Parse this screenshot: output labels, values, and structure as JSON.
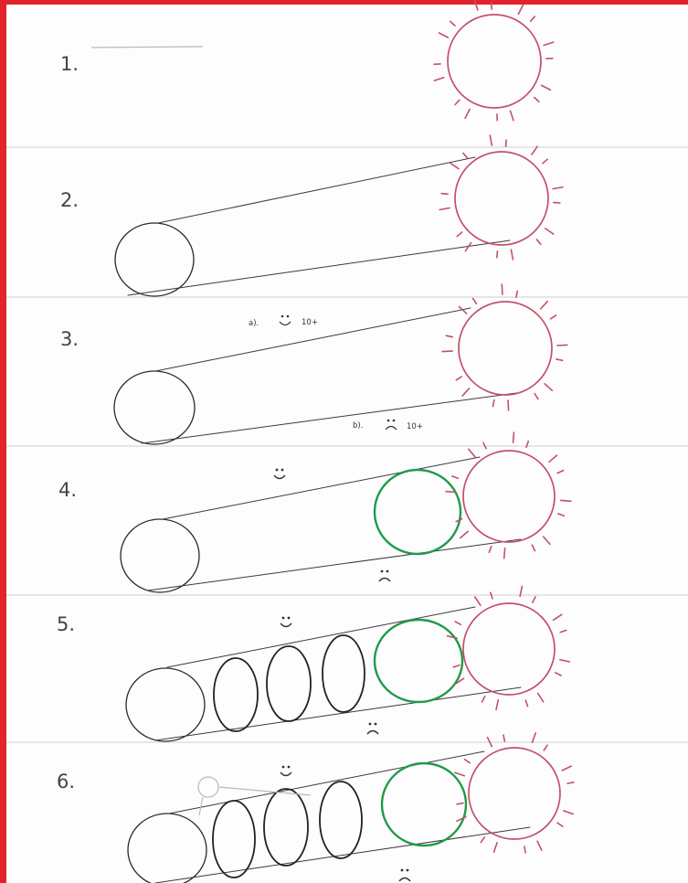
{
  "steps": [
    {
      "label": "1."
    },
    {
      "label": "2."
    },
    {
      "label": "3.",
      "annotation_a": "a).",
      "annotation_a_face": "̮◡",
      "annotation_a_value": "10+",
      "annotation_b": "b).",
      "annotation_b_value": "10+"
    },
    {
      "label": "4."
    },
    {
      "label": "5."
    },
    {
      "label": "6."
    }
  ],
  "colors": {
    "border": "#e3232b",
    "sun": "#c4506a",
    "green_circle": "#1f9a4a",
    "pencil": "#2a2a2a"
  },
  "icons": [
    "sun-icon",
    "smiley-face-icon",
    "frown-face-icon"
  ]
}
